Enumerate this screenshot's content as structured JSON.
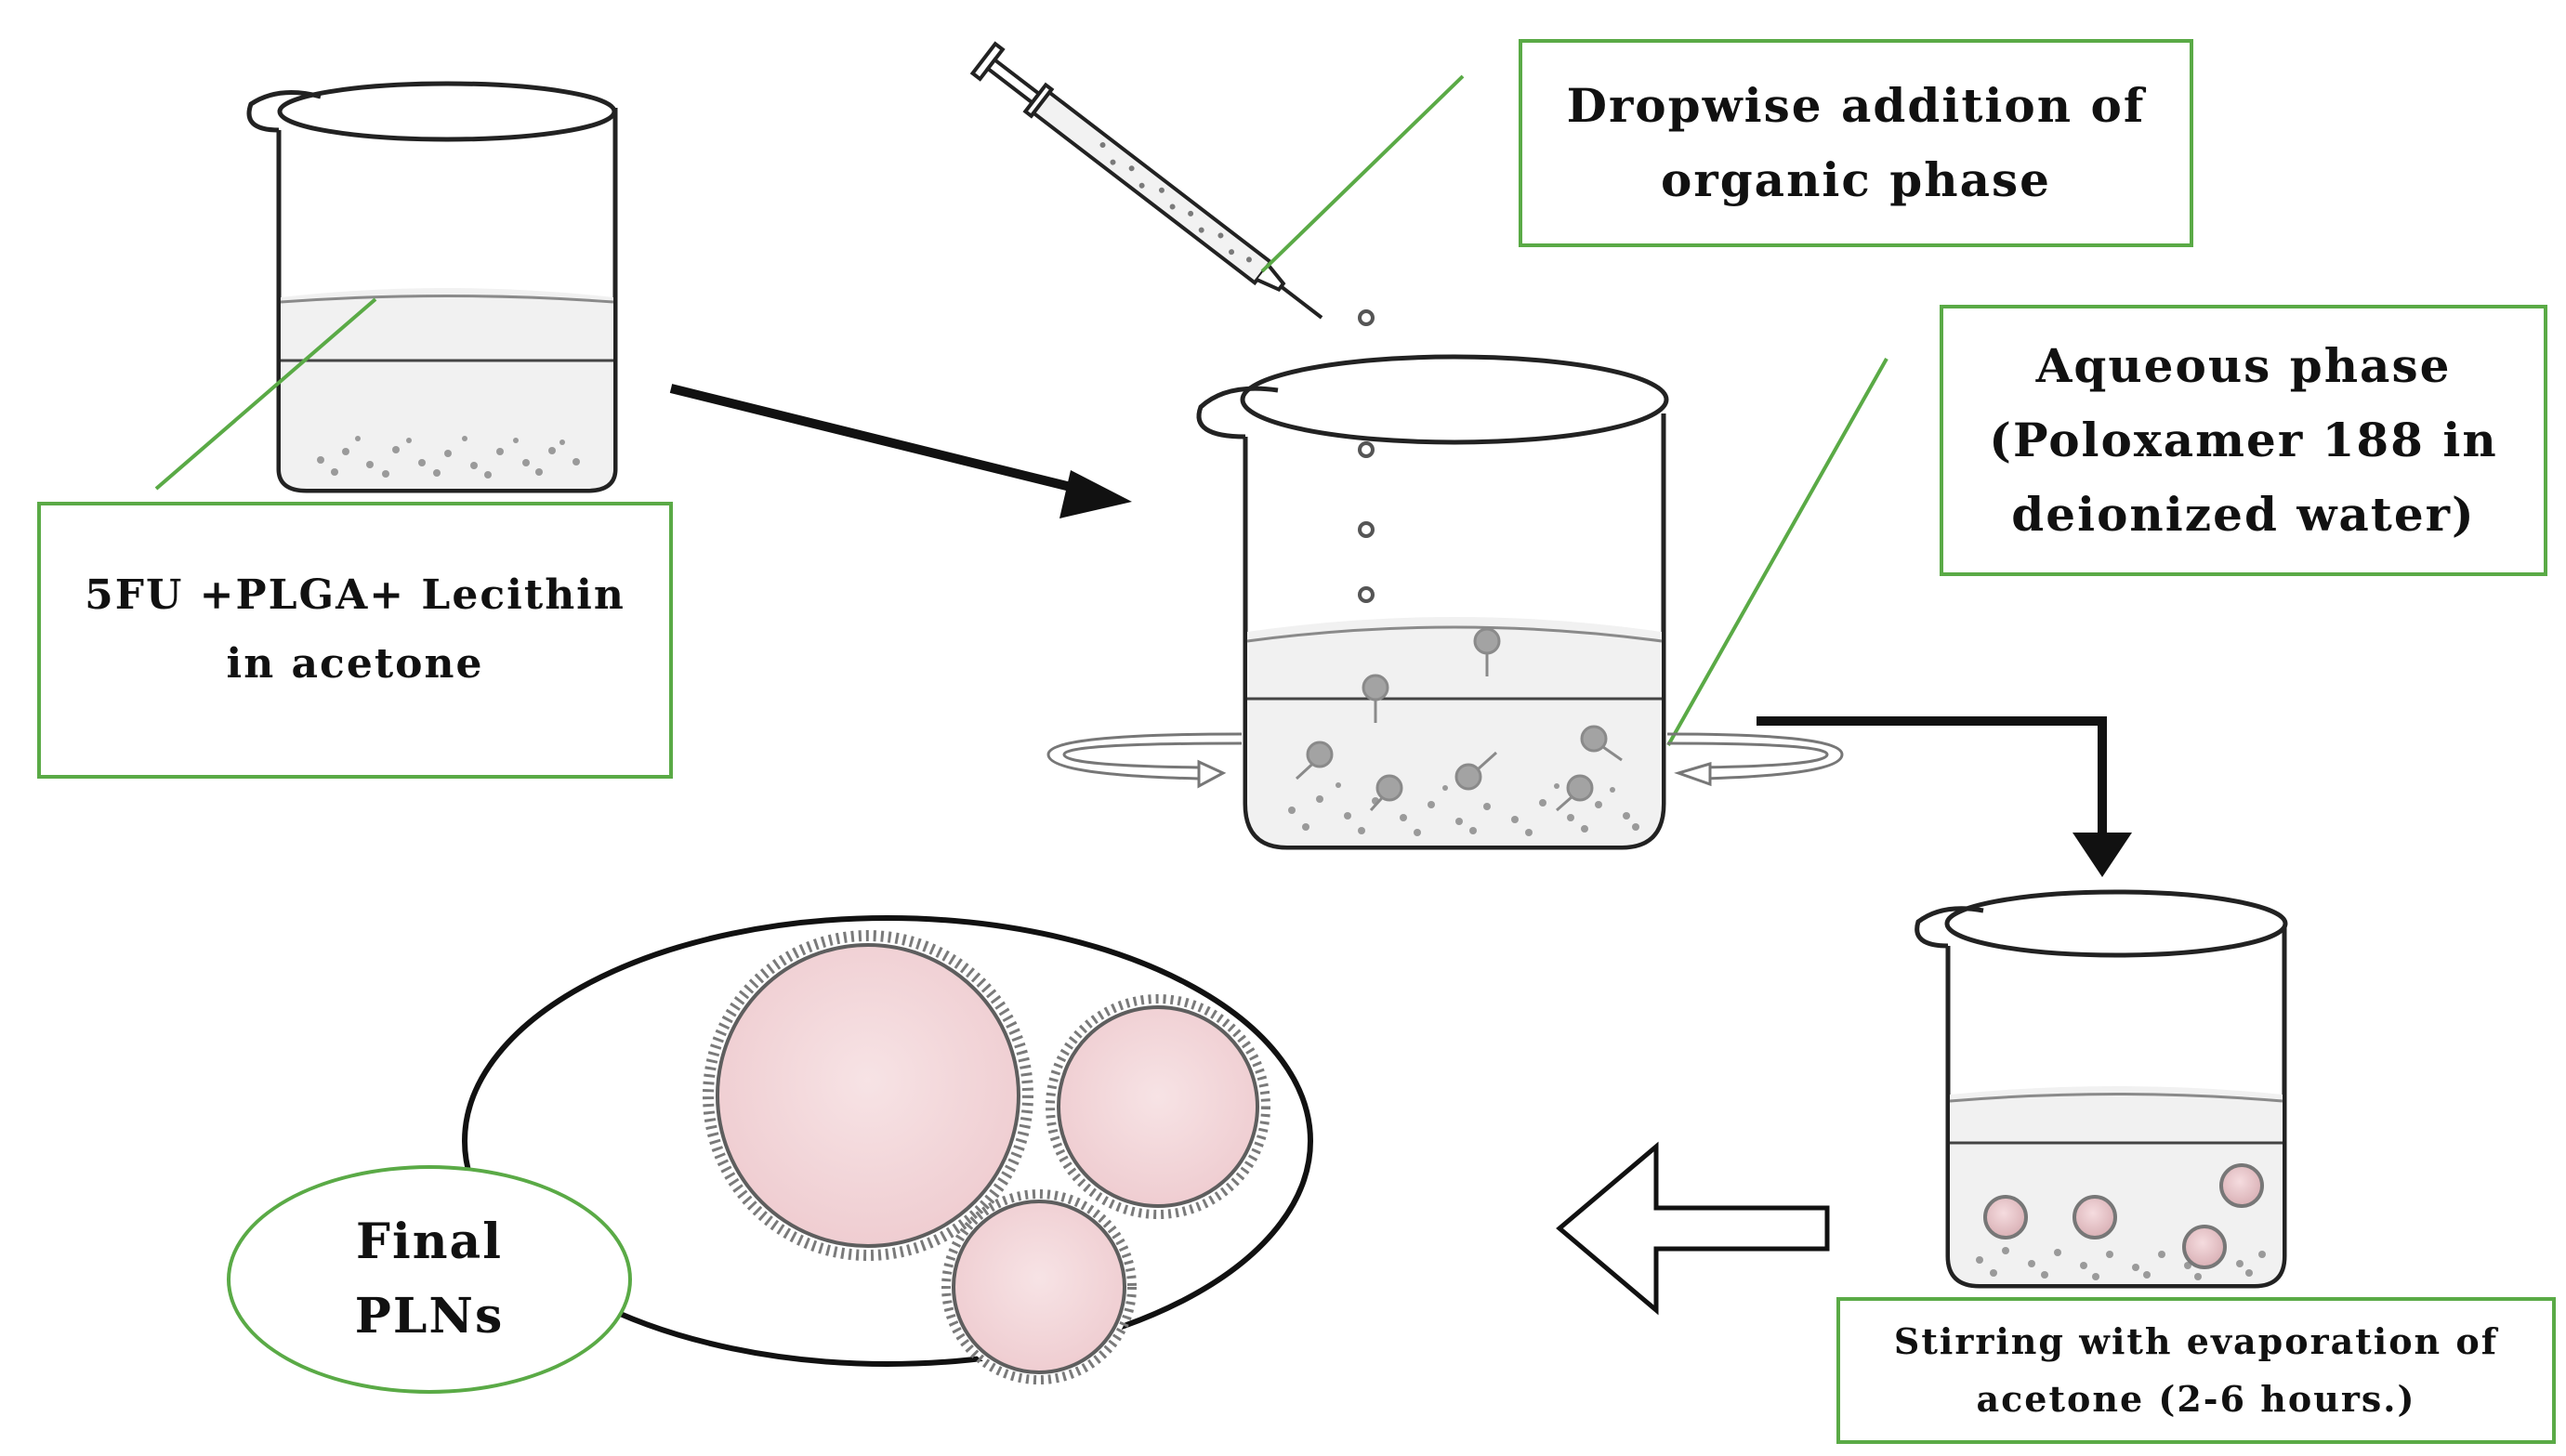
{
  "labels": {
    "dropwise": {
      "line1": "Dropwise addition of",
      "line2": "organic phase"
    },
    "aqueous": {
      "line1": "Aqueous phase",
      "line2": "(Poloxamer 188 in",
      "line3": "deionized water)"
    },
    "organic": {
      "line1": "5FU +PLGA+ Lecithin",
      "line2": "in acetone"
    },
    "stirring": {
      "line1": "Stirring with evaporation of",
      "line2": "acetone (2-6 hours.)"
    },
    "final": {
      "line1": "Final",
      "line2": "PLNs"
    }
  },
  "colors": {
    "label_border": "#5aaa46",
    "particle_fill": "#f3d3d6",
    "particle_ring": "#8a8a8a",
    "arrow": "#111111",
    "liquid": "#f2f2f2"
  }
}
